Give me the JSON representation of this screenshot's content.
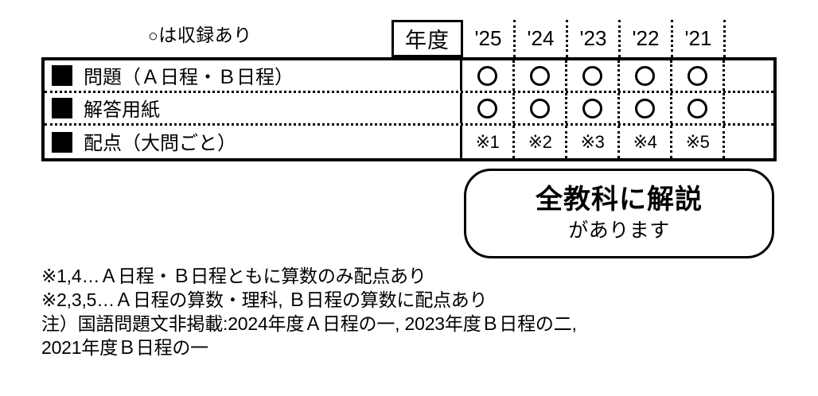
{
  "legend": {
    "circle_symbol": "○",
    "caption": "は収録あり"
  },
  "table": {
    "year_header_label": "年度",
    "years": [
      "'25",
      "'24",
      "'23",
      "'22",
      "'21",
      ""
    ],
    "rows": [
      {
        "label": "問題（Ａ日程・Ｂ日程）",
        "bullet": "black-square",
        "cells": [
          "○",
          "○",
          "○",
          "○",
          "○",
          ""
        ]
      },
      {
        "label": "解答用紙",
        "bullet": "black-square",
        "cells": [
          "○",
          "○",
          "○",
          "○",
          "○",
          ""
        ]
      },
      {
        "label": "配点（大問ごと）",
        "bullet": "black-square",
        "cells": [
          "※1",
          "※2",
          "※3",
          "※4",
          "※5",
          ""
        ]
      }
    ]
  },
  "callout": {
    "line1": "全教科に解説",
    "line2": "があります"
  },
  "footnotes": [
    "※1,4…Ａ日程・Ｂ日程ともに算数のみ配点あり",
    "※2,3,5…Ａ日程の算数・理科, Ｂ日程の算数に配点あり",
    "注）国語問題文非掲載:2024年度Ａ日程の一, 2023年度Ｂ日程の二,",
    "2021年度Ｂ日程の一"
  ],
  "colors": {
    "ink": "#000000",
    "paper": "#ffffff"
  }
}
